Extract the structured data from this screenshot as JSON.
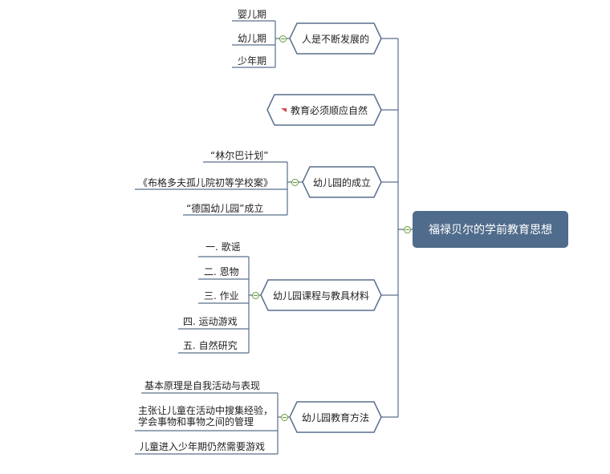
{
  "root": {
    "label": "福禄贝尔的学前教育思想"
  },
  "branches": [
    {
      "label": "人是不断发展的",
      "children": [
        "婴儿期",
        "幼儿期",
        "少年期"
      ]
    },
    {
      "label": "教育必须顺应自然",
      "flag_icon": "red-flag-icon",
      "children": []
    },
    {
      "label": "幼儿园的成立",
      "children": [
        "“林尔巴计划”",
        "《布格多夫孤儿院初等学校案》",
        "“德国幼儿园”成立"
      ]
    },
    {
      "label": "幼儿园课程与教具材料",
      "children": [
        "一. 歌谣",
        "二. 恩物",
        "三. 作业",
        "四. 运动游戏",
        "五. 自然研究"
      ]
    },
    {
      "label": "幼儿园教育方法",
      "children": [
        "基本原理是自我活动与表现",
        "主张让儿童在活动中搜集经验，学会事物和事物之间的管理",
        "儿童进入少年期仍然需要游戏"
      ]
    }
  ],
  "colors": {
    "root_fill": "#506c8c",
    "line": "#5a6f8c",
    "toggle": "#6a9a3c",
    "flag": "#d8434c"
  }
}
